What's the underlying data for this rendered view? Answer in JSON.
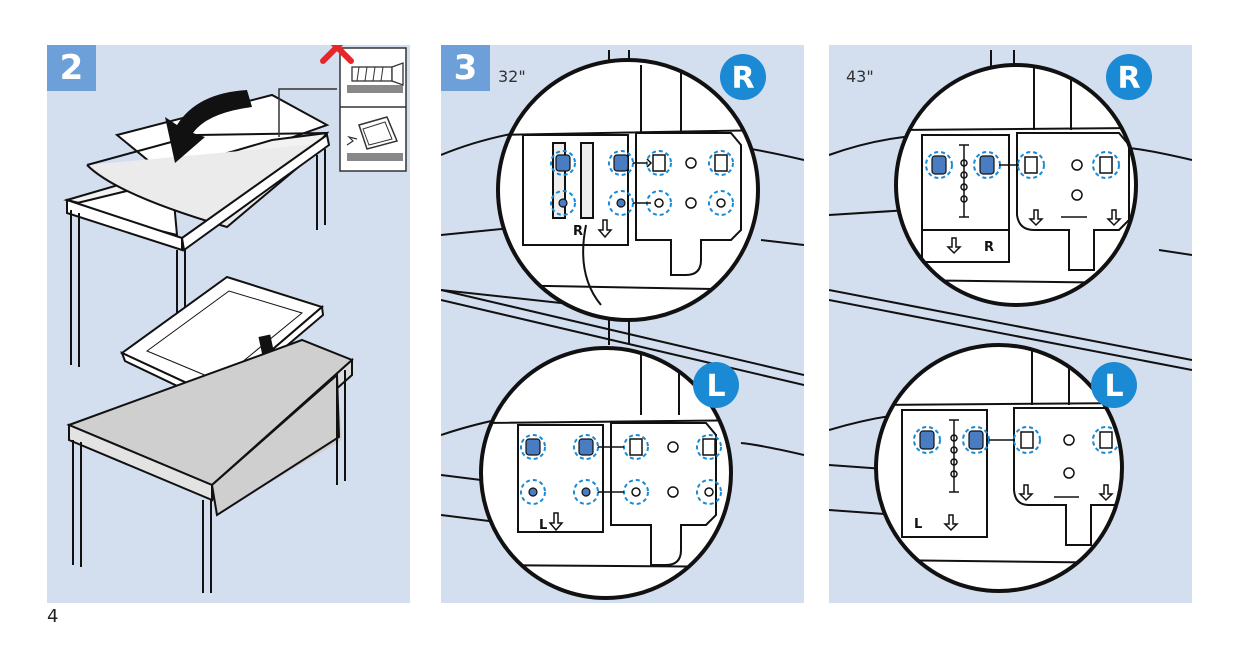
{
  "page": {
    "number": "4"
  },
  "step2": {
    "label": "2"
  },
  "step3": {
    "label": "3",
    "panels": [
      {
        "size": "32\"",
        "top_badge": "R",
        "bottom_badge": "L",
        "plate_label_top": "R",
        "plate_label_bottom": "L"
      },
      {
        "size": "43\"",
        "top_badge": "R",
        "bottom_badge": "L",
        "plate_label_top": "R",
        "plate_label_bottom": "L"
      }
    ]
  },
  "colors": {
    "panel_bg": "#d3deef",
    "badge_bg": "#6da0d8",
    "callout_blue": "#1a8ad4",
    "cross_red": "#e8262a"
  },
  "icons": [
    "cross-icon",
    "screw-icon",
    "tv-drop-warning-icon",
    "arrow-down-icon",
    "screw-hole-icon"
  ]
}
